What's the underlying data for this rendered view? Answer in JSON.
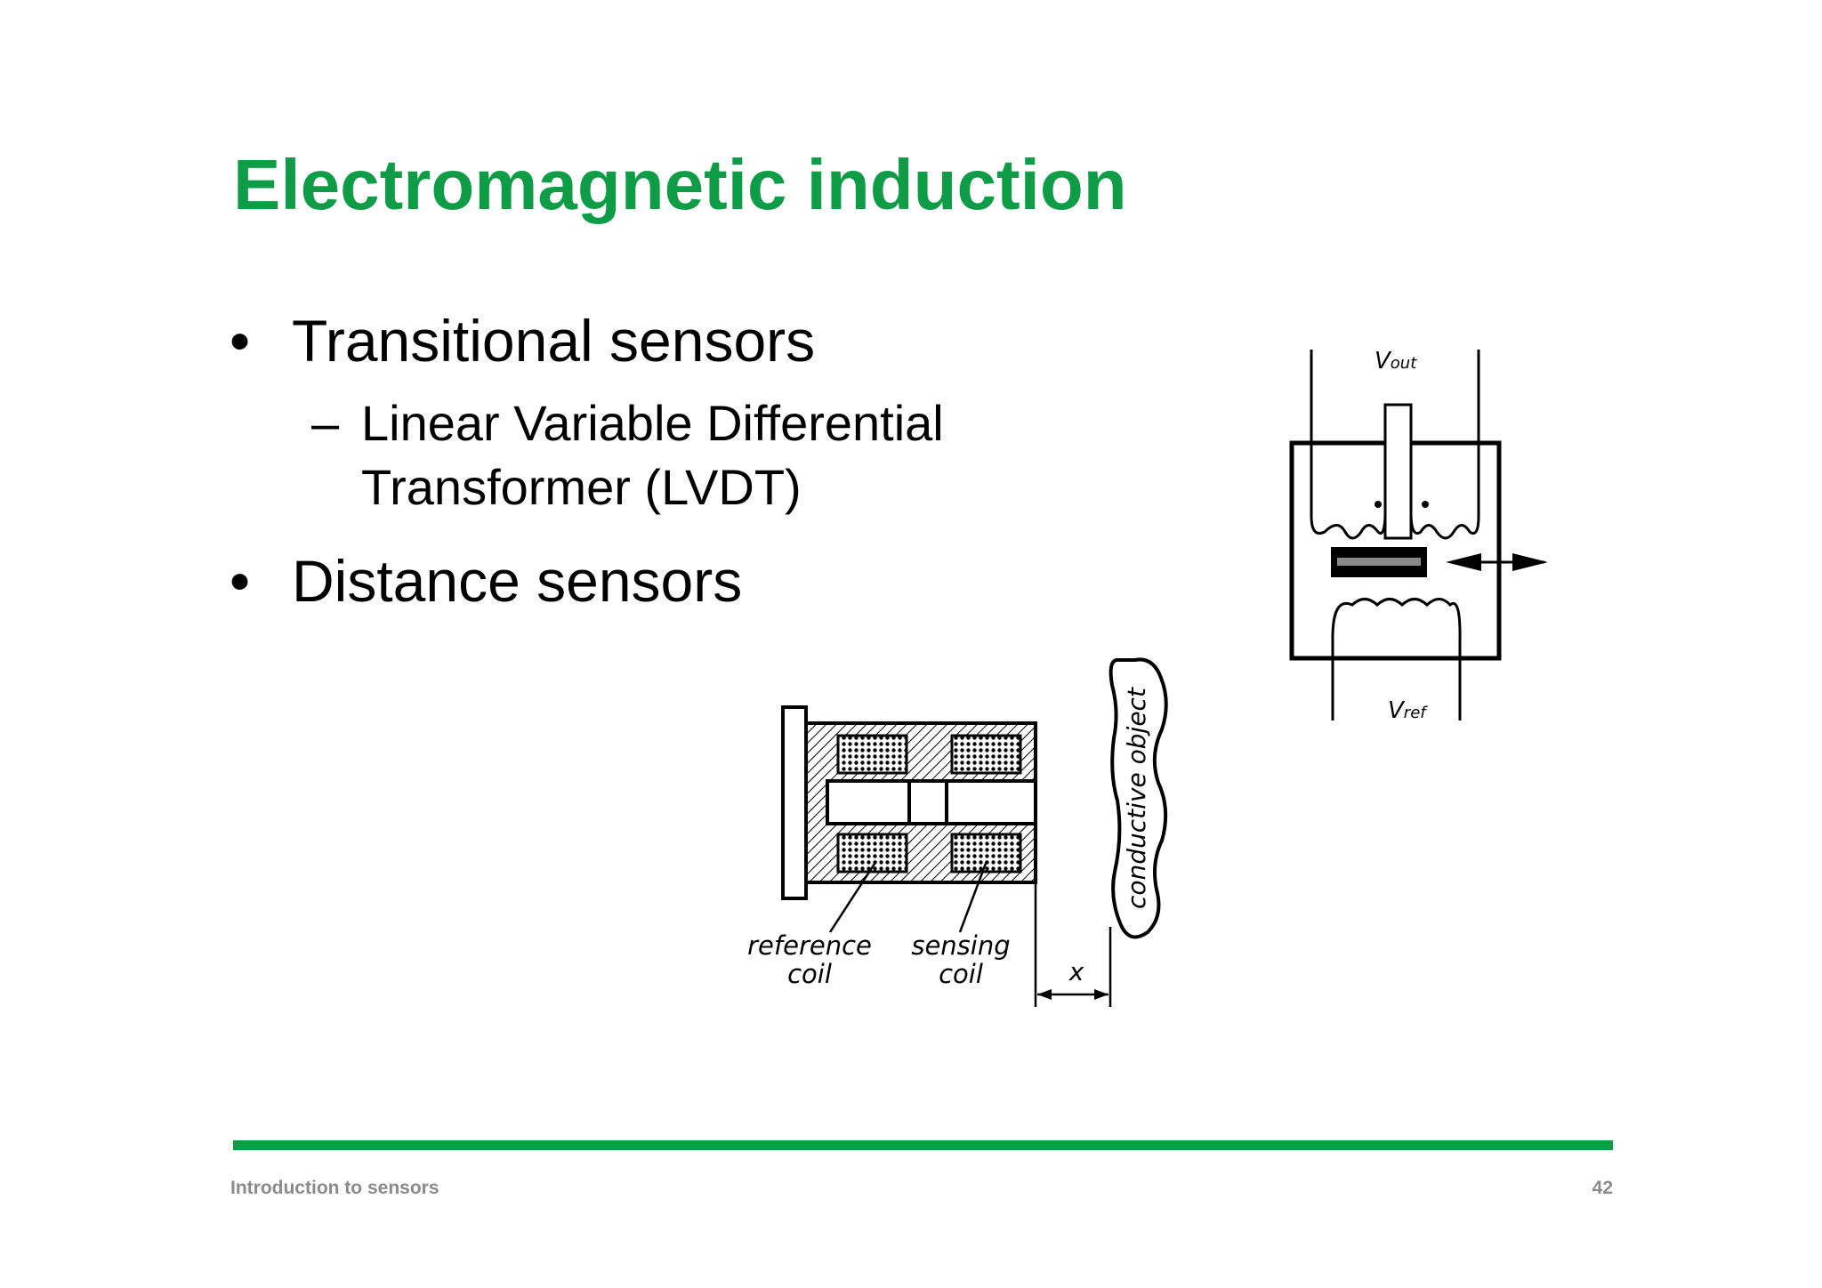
{
  "slide": {
    "title": "Electromagnetic induction",
    "bullets": [
      {
        "marker": "•",
        "text": "Transitional sensors"
      },
      {
        "marker": "•",
        "text": "Distance sensors"
      }
    ],
    "sub_bullet": {
      "marker": "–",
      "line1": "Linear Variable Differential",
      "line2": "Transformer (LVDT)"
    }
  },
  "lvdt_figure": {
    "vout_main": "V",
    "vout_sub": "out",
    "vref_main": "V",
    "vref_sub": "ref"
  },
  "distance_figure": {
    "reference_line1": "reference",
    "reference_line2": "coil",
    "sensing_line1": "sensing",
    "sensing_line2": "coil",
    "gap_label": "x",
    "object_label": "conductive object"
  },
  "footer": {
    "left": "Introduction to sensors",
    "page": "42"
  },
  "colors": {
    "accent": "#0e9c47",
    "footer_text": "#8a8a8a"
  }
}
